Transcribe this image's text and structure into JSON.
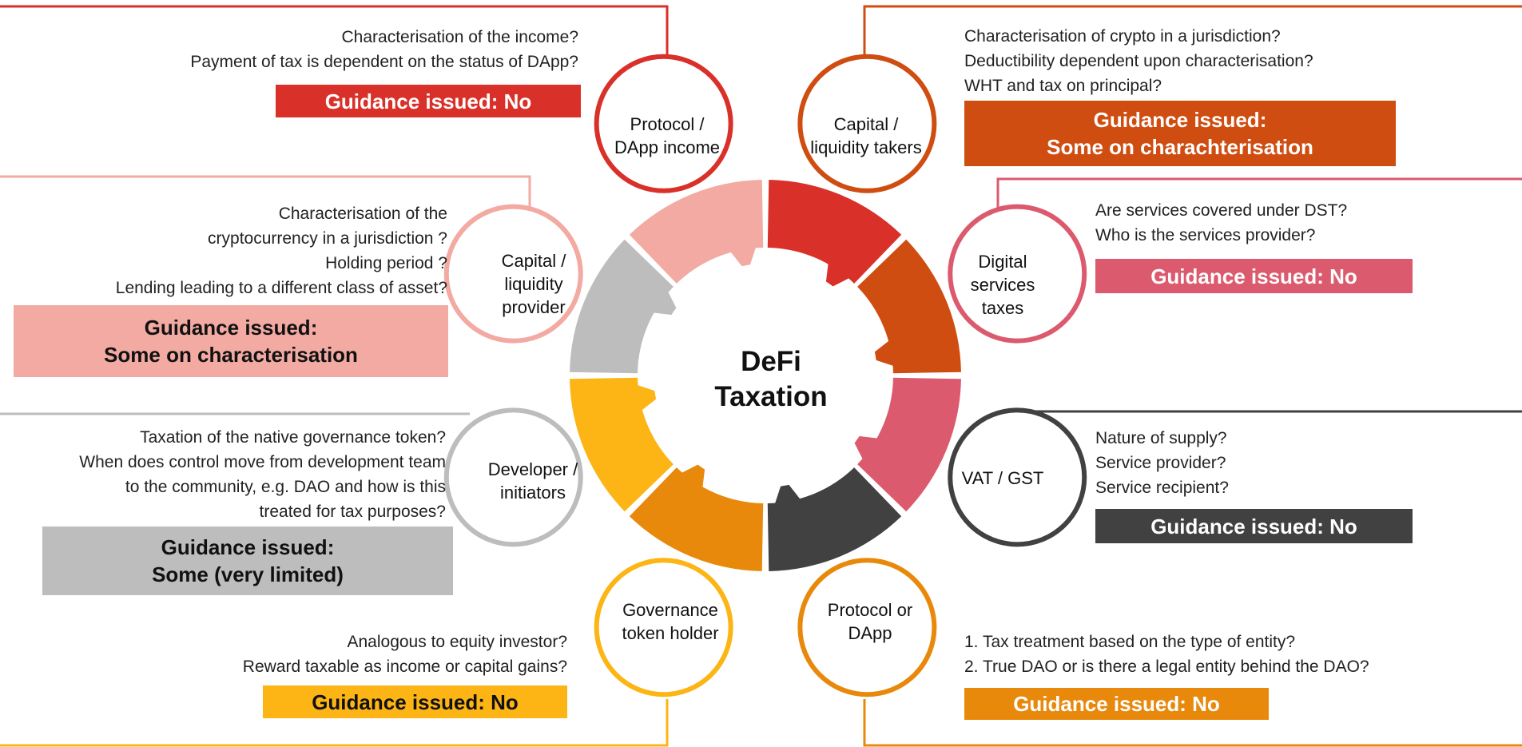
{
  "colors": {
    "protocol_income": "#d9312a",
    "capital_takers": "#cf4d11",
    "dst": "#dc5a6e",
    "vat": "#414141",
    "protocol_dapp": "#e8890c",
    "governance": "#fcb514",
    "developer": "#bdbdbd",
    "capital_provider": "#f2aaa3"
  },
  "center": {
    "line1": "DeFi",
    "line2": "Taxation"
  },
  "nodes": {
    "protocol_income": "Protocol /\nDApp income",
    "capital_takers": "Capital /\nliquidity takers",
    "dst": "Digital\nservices\ntaxes",
    "vat": "VAT / GST",
    "protocol_dapp": "Protocol or\nDApp",
    "governance": "Governance\ntoken holder",
    "developer": "Developer /\ninitiators",
    "capital_provider": "Capital /\nliquidity\nprovider"
  },
  "questions": {
    "protocol_income": [
      "Characterisation of the income?",
      "Payment of tax is dependent on the status of DApp?"
    ],
    "capital_takers": [
      "Characterisation of crypto in a jurisdiction?",
      "Deductibility dependent upon characterisation?",
      "WHT and tax on principal?"
    ],
    "dst": [
      "Are services covered under DST?",
      "Who is the services provider?"
    ],
    "vat": [
      "Nature of supply?",
      "Service provider?",
      "Service recipient?"
    ],
    "protocol_dapp": [
      "1. Tax treatment based on the type of entity?",
      "2. True DAO or is there a legal entity behind the DAO?"
    ],
    "governance": [
      "Analogous to equity investor?",
      "Reward taxable as income or capital gains?"
    ],
    "developer": [
      "Taxation of the native governance token?",
      "When does control move from development team",
      "to the community, e.g. DAO and how is this",
      "treated for tax purposes?"
    ],
    "capital_provider": [
      "Characterisation of the",
      "cryptocurrency in a jurisdiction ?",
      "Holding period ?",
      "Lending leading to a different class of asset?"
    ]
  },
  "guidance": {
    "protocol_income": [
      "Guidance issued: No"
    ],
    "capital_takers": [
      "Guidance issued:",
      "Some on charachterisation"
    ],
    "dst": [
      "Guidance issued: No"
    ],
    "vat": [
      "Guidance issued: No"
    ],
    "protocol_dapp": [
      "Guidance issued: No"
    ],
    "governance": [
      "Guidance issued: No"
    ],
    "developer": [
      "Guidance issued:",
      "Some (very limited)"
    ],
    "capital_provider": [
      "Guidance issued:",
      "Some on characterisation"
    ]
  }
}
